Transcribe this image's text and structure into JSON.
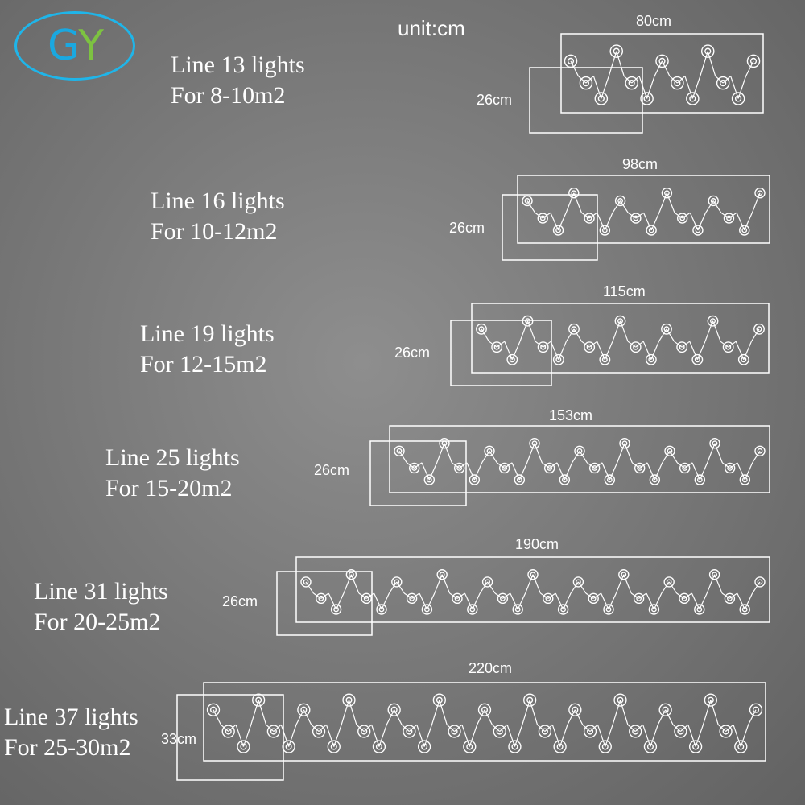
{
  "brand": {
    "logo_g": "G",
    "logo_y": "Y",
    "logo_color_g": "#1aa8e0",
    "logo_color_y": "#7dc241"
  },
  "unit_label": "unit:cm",
  "products": [
    {
      "line1": "Line 13 lights",
      "line2": "For 8-10m2",
      "lights": 13,
      "width_label": "80cm",
      "height_label": "26cm"
    },
    {
      "line1": "Line 16 lights",
      "line2": "For 10-12m2",
      "lights": 16,
      "width_label": "98cm",
      "height_label": "26cm"
    },
    {
      "line1": "Line 19 lights",
      "line2": "For 12-15m2",
      "lights": 19,
      "width_label": "115cm",
      "height_label": "26cm"
    },
    {
      "line1": "Line 25 lights",
      "line2": "For 15-20m2",
      "lights": 25,
      "width_label": "153cm",
      "height_label": "26cm"
    },
    {
      "line1": "Line 31 lights",
      "line2": "For 20-25m2",
      "lights": 31,
      "width_label": "190cm",
      "height_label": "26cm"
    },
    {
      "line1": "Line 37 lights",
      "line2": "For 25-30m2",
      "lights": 37,
      "width_label": "220cm",
      "height_label": "33cm"
    }
  ]
}
